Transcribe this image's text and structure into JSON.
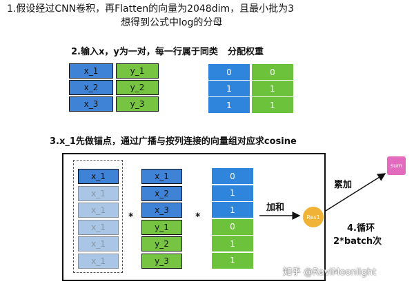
{
  "texts": {
    "step1_line1": "1.假设经过CNN卷积，再Flatten的向量为2048dim，且最小批为3",
    "step1_line2": "想得到公式中log的分母",
    "step2": "2.输入x，y为一对，每一行属于同类",
    "weights_title": "分配权重",
    "step3": "3.x_1先做锚点，通过广播与按列连接的向量组对应求cosine",
    "add_label": "加和",
    "accum_label": "累加",
    "step4_line1": "4.循环",
    "step4_line2": "2*batch次",
    "res_label": "Res1",
    "sum_label": "sum",
    "times1": "*",
    "times2": "*",
    "watermark": "知乎 @RaviMoonlight"
  },
  "pairs": {
    "x": [
      "x_1",
      "x_2",
      "x_3"
    ],
    "y": [
      "y_1",
      "y_2",
      "y_3"
    ]
  },
  "weights": [
    [
      "0",
      "0"
    ],
    [
      "1",
      "1"
    ],
    [
      "1",
      "1"
    ]
  ],
  "anchor_col": [
    "x_1",
    "x_1",
    "x_1",
    "x_1",
    "x_1",
    "x_1"
  ],
  "concat_col": [
    "x_1",
    "x_2",
    "x_3",
    "y_1",
    "y_2",
    "y_3"
  ],
  "mask_col": [
    "0",
    "1",
    "1",
    "0",
    "1",
    "1"
  ],
  "colors": {
    "x_cell": "#3f83d6",
    "y_cell": "#76c442",
    "weight_blue": "#2f84dc",
    "weight_green": "#6cc23a",
    "res": "#f0b237",
    "sum": "#e26bbd"
  }
}
